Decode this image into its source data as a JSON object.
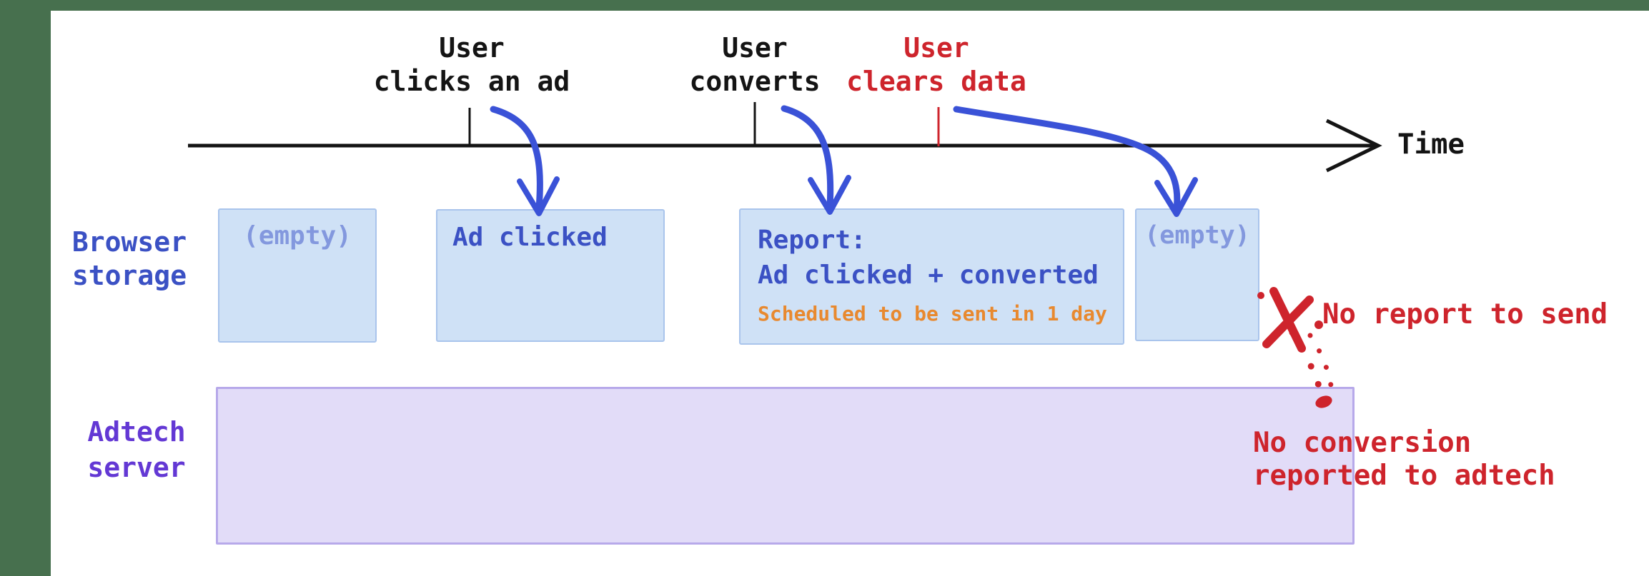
{
  "colors": {
    "frame-green": "#47704E",
    "panel": "#FFFFFF",
    "ink": "#141414",
    "arrow-blue": "#3A52D7",
    "royal-blue": "#3B51C4",
    "periwinkle": "#8398DE",
    "box-blue-bg": "#CFE1F6",
    "box-blue-border": "#A9C4EC",
    "purple-bg": "#E2DCF8",
    "purple-border": "#B7A9EA",
    "violet": "#6338D4",
    "orange": "#E8892F",
    "red": "#CE242C"
  },
  "timeline": {
    "axis_label": "Time",
    "events": [
      {
        "line1": "User",
        "line2": "clicks an ad"
      },
      {
        "line1": "User",
        "line2": "converts"
      },
      {
        "line1": "User",
        "line2": "clears data"
      }
    ]
  },
  "rows": {
    "browser": {
      "line1": "Browser",
      "line2": "storage"
    },
    "adtech": {
      "line1": "Adtech",
      "line2": "server"
    }
  },
  "storage_boxes": {
    "empty1": "(empty)",
    "ad_clicked": "Ad clicked",
    "report_title": "Report:",
    "report_line": "Ad clicked + converted",
    "report_note": "Scheduled to be sent in 1 day",
    "empty2": "(empty)"
  },
  "annotations": {
    "no_report": "No report to send",
    "no_conversion_line1": "No conversion",
    "no_conversion_line2": "reported to adtech"
  }
}
